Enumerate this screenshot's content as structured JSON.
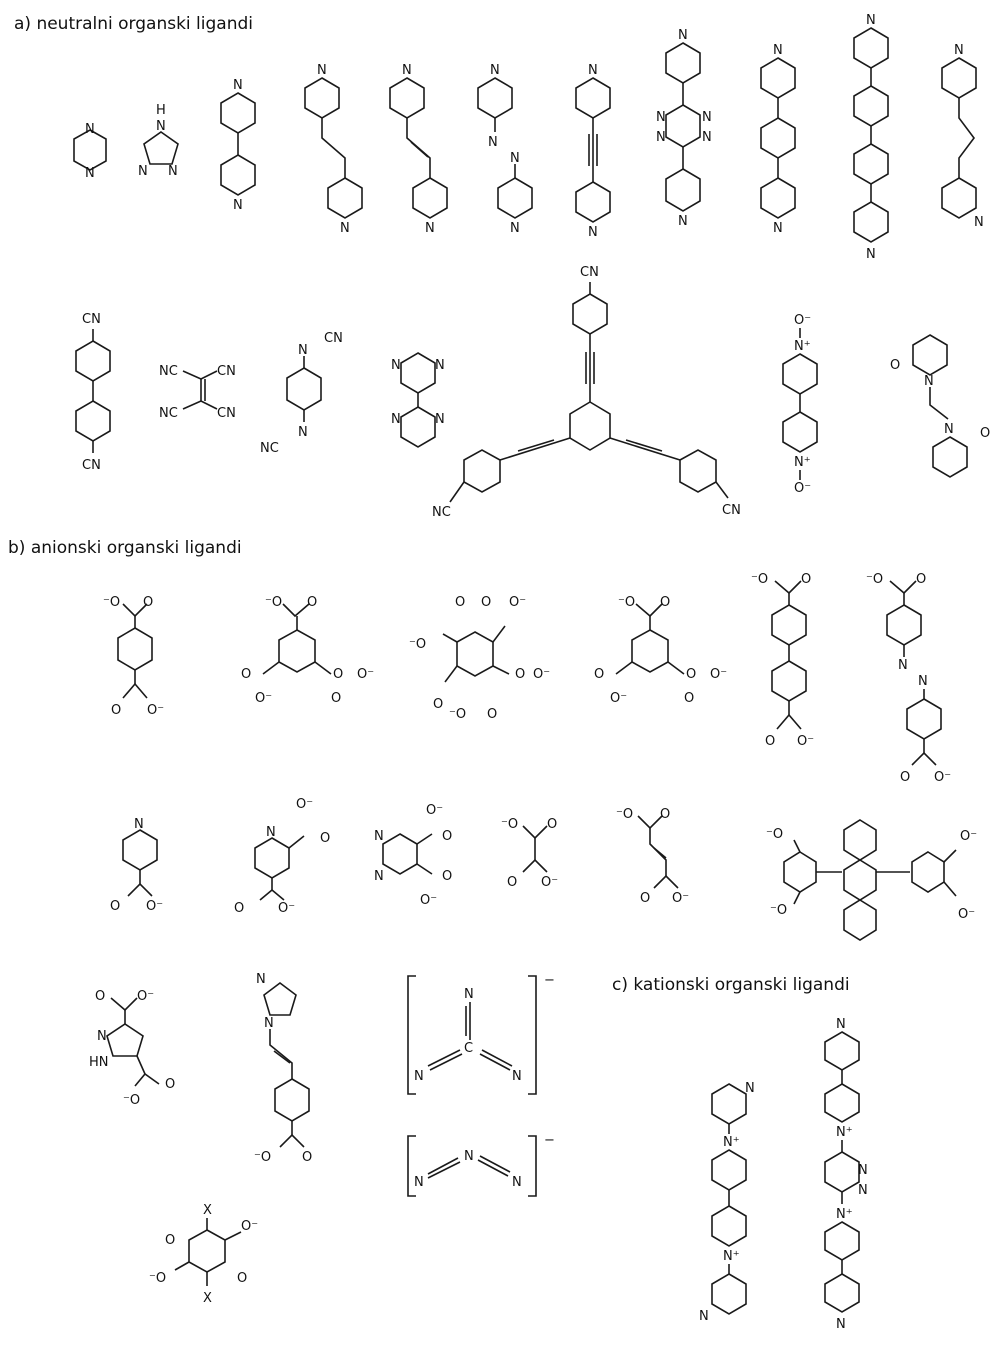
{
  "headings": {
    "neutral": "a) neutralni organski ligandi",
    "anionic": "b) anionski organski ligandi",
    "cationic": "c) kationski organski ligandi"
  },
  "atom_labels": {
    "N": "N",
    "H": "H",
    "CN": "CN",
    "NC": "NC",
    "O": "O",
    "O_minus": "O⁻",
    "minus_O": "⁻O",
    "N_plus": "N⁺",
    "HN": "HN",
    "X": "X",
    "minus": "−"
  },
  "colors": {
    "ink": "#1a1a1a",
    "background": "#ffffff"
  }
}
